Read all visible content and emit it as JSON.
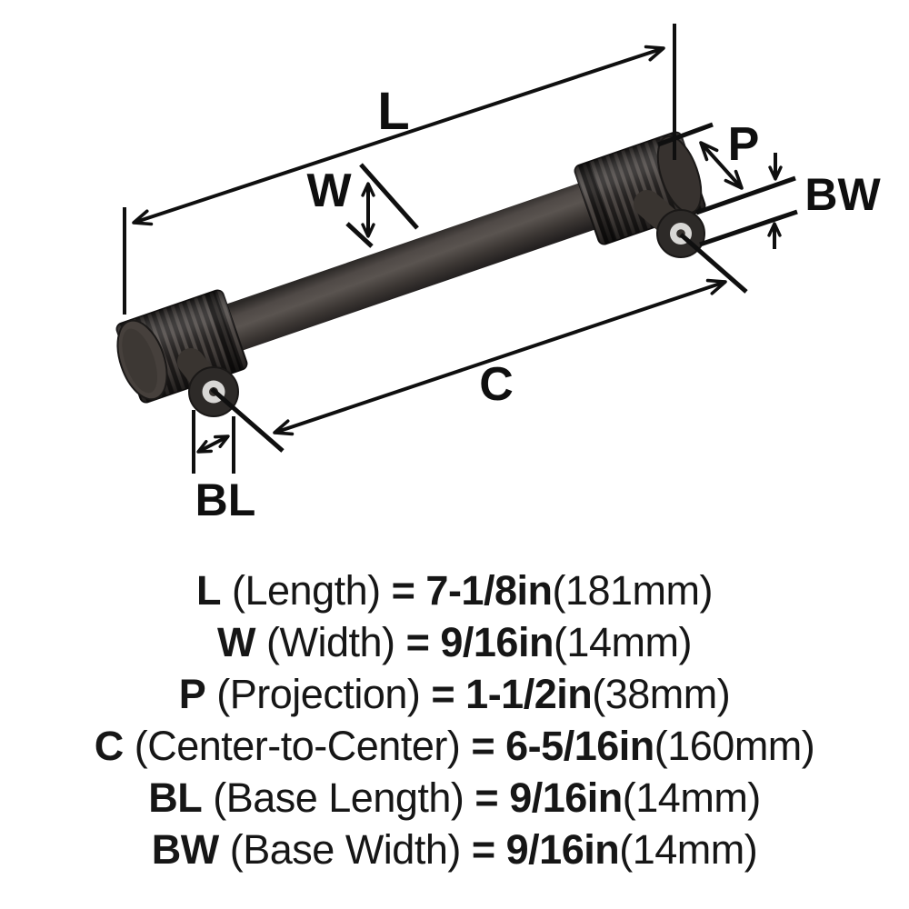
{
  "diagram": {
    "dimension_labels": {
      "L": "L",
      "W": "W",
      "P": "P",
      "C": "C",
      "BL": "BL",
      "BW": "BW"
    },
    "colors": {
      "background": "#ffffff",
      "dimension_line": "#0f0f0f",
      "handle_dark": "#211e1d",
      "handle_mid": "#4a4441",
      "handle_highlight": "#5a5450",
      "base_ring": "#d8d7d5"
    }
  },
  "specs": [
    {
      "symbol": "L",
      "name": "(Length)",
      "equals": "=",
      "value": "7-1/8in",
      "metric": "(181mm)"
    },
    {
      "symbol": "W",
      "name": "(Width)",
      "equals": "=",
      "value": "9/16in",
      "metric": "(14mm)"
    },
    {
      "symbol": "P",
      "name": "(Projection)",
      "equals": "=",
      "value": "1-1/2in",
      "metric": "(38mm)"
    },
    {
      "symbol": "C",
      "name": "(Center-to-Center)",
      "equals": "=",
      "value": "6-5/16in",
      "metric": "(160mm)"
    },
    {
      "symbol": "BL",
      "name": "(Base Length)",
      "equals": "=",
      "value": "9/16in",
      "metric": "(14mm)"
    },
    {
      "symbol": "BW",
      "name": "(Base Width)",
      "equals": "=",
      "value": "9/16in",
      "metric": "(14mm)"
    }
  ]
}
